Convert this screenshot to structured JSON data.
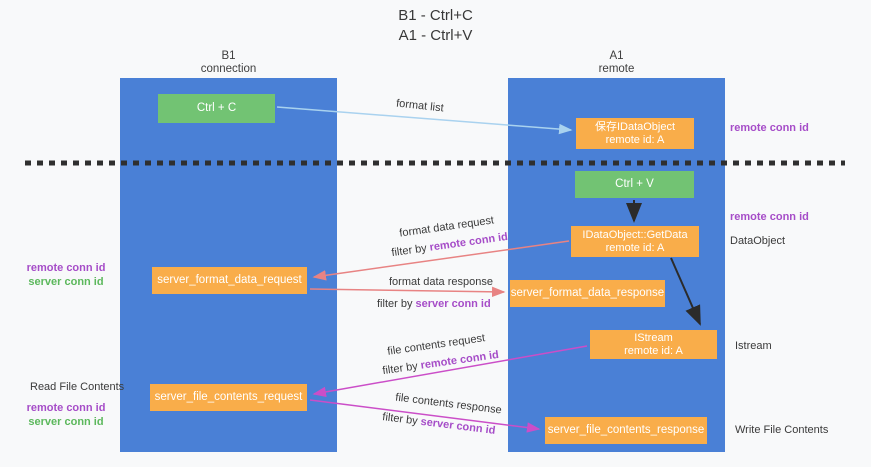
{
  "title": {
    "line1": "B1 - Ctrl+C",
    "line2": "A1 - Ctrl+V"
  },
  "lanes": {
    "left": {
      "name": "B1",
      "role": "connection"
    },
    "right": {
      "name": "A1",
      "role": "remote"
    }
  },
  "boxes": {
    "ctrl_c": {
      "label": "Ctrl + C"
    },
    "save_idataobject": {
      "line1": "保存IDataObject",
      "line2": "remote id: A"
    },
    "ctrl_v": {
      "label": "Ctrl + V"
    },
    "idataobject_getdata": {
      "line1": "IDataObject::GetData",
      "line2": "remote id: A"
    },
    "server_format_data_request": {
      "label": "server_format_data_request"
    },
    "server_format_data_response": {
      "label": "server_format_data_response"
    },
    "istream": {
      "line1": "IStream",
      "line2": "remote id: A"
    },
    "server_file_contents_request": {
      "label": "server_file_contents_request"
    },
    "server_file_contents_response": {
      "label": "server_file_contents_response"
    }
  },
  "flow_labels": {
    "format_list": "format list",
    "format_data_request": "format data request",
    "format_data_response": "format data response",
    "file_contents_request": "file contents request",
    "file_contents_response": "file contents response",
    "filter_by": "filter by ",
    "remote_conn_id": "remote conn id",
    "server_conn_id": "server conn id"
  },
  "side_labels": {
    "right_remote_conn_id_1": "remote conn id",
    "right_remote_conn_id_2": "remote conn id",
    "dataobject": "DataObject",
    "istream": "Istream",
    "write_file_contents": "Write File Contents",
    "read_file_contents": "Read File Contents",
    "left_remote_conn_id_1": "remote conn id",
    "left_server_conn_id_1": "server conn id",
    "left_remote_conn_id_2": "remote conn id",
    "left_server_conn_id_2": "server conn id"
  },
  "colors": {
    "lane_blue": "#4a80d6",
    "box_green": "#72c373",
    "box_orange": "#f9ad4a",
    "id_purple": "#a64dc8",
    "id_green": "#5cb85c",
    "arrow_black": "#2b2b2b",
    "arrow_salmon": "#e88383",
    "arrow_magenta": "#cb4ec8",
    "arrow_lightblue": "#a9d2ef",
    "dashed_divider": "#2f2f2f"
  }
}
